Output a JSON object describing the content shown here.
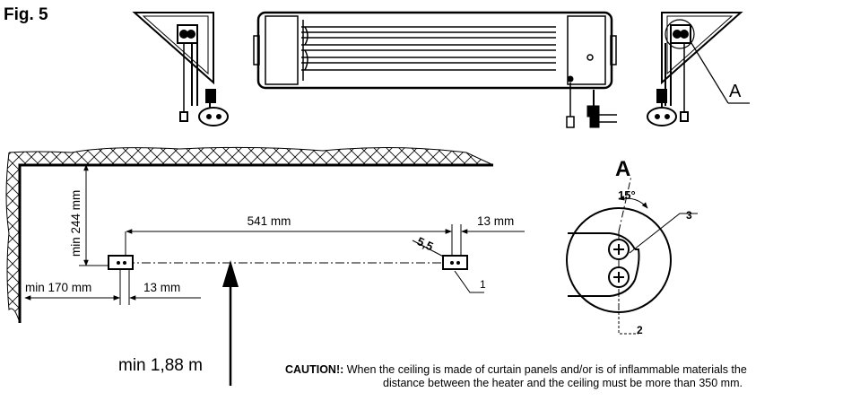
{
  "figure": {
    "title": "Fig. 5",
    "detail_letter_side": "A",
    "detail_letter_large": "A"
  },
  "dimensions": {
    "width_541": "541 mm",
    "width_13_right": "13 mm",
    "height_244": "min 244 mm",
    "min_170": "min 170 mm",
    "width_13_left": "13 mm",
    "hole_5_5": "5,5",
    "floor_height": "min 1,88 m"
  },
  "detail": {
    "angle": "15°",
    "callout_3": "3",
    "callout_2": "2",
    "callout_1": "1"
  },
  "caution": {
    "label": "CAUTION!:",
    "line1": "When the ceiling is made of curtain panels and/or is of inflammable materials the",
    "line2": "distance between the heater and the ceiling must be more than 350 mm."
  }
}
